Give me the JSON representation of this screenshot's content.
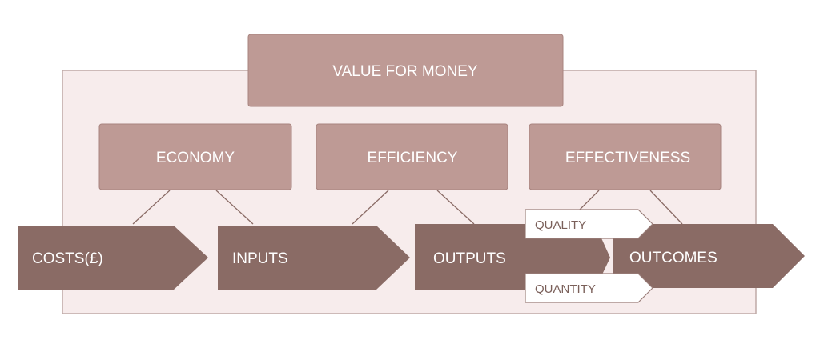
{
  "diagram": {
    "top": {
      "label": "VALUE FOR MONEY"
    },
    "criteria": [
      {
        "label": "ECONOMY"
      },
      {
        "label": "EFFICIENCY"
      },
      {
        "label": "EFFECTIVENESS"
      }
    ],
    "chain": [
      {
        "label": "COSTS(£)"
      },
      {
        "label": "INPUTS"
      },
      {
        "label": "OUTPUTS"
      },
      {
        "label": "OUTCOMES"
      }
    ],
    "tags": [
      {
        "label": "QUALITY"
      },
      {
        "label": "QUANTITY"
      }
    ]
  },
  "colors": {
    "box_fill": "#be9a95",
    "arrow_fill": "#8a6b65",
    "frame_fill": "#f7ecec",
    "line": "#8a6b65"
  }
}
